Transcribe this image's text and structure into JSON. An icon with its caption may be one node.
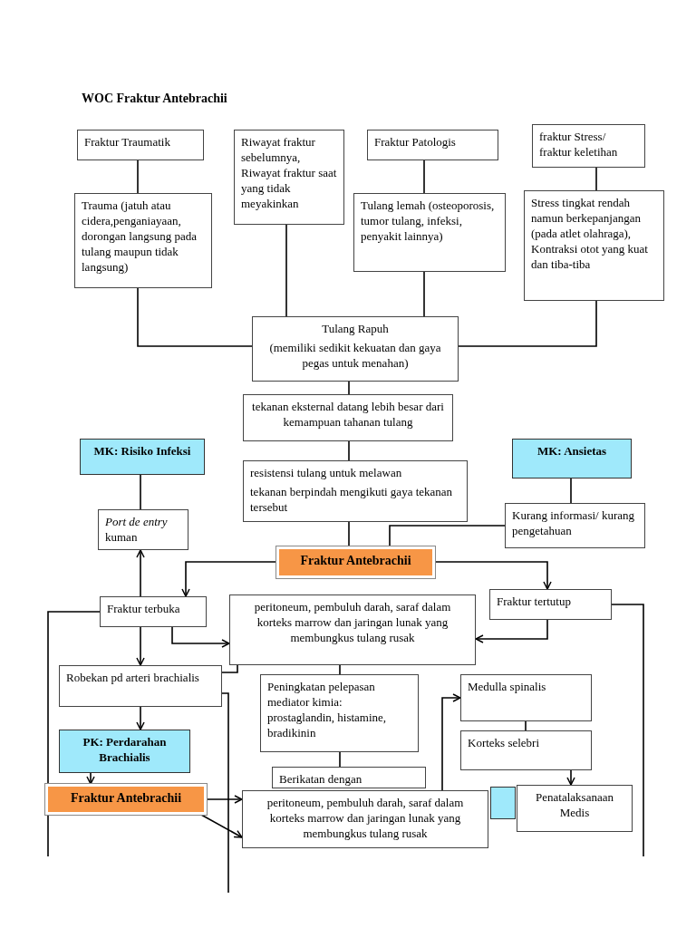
{
  "diagram": {
    "title": "WOC Fraktur Antebrachii",
    "nodes": [
      {
        "text": [
          "Fraktur Traumatik"
        ]
      },
      {
        "text": [
          "Riwayat fraktur sebelumnya, Riwayat fraktur saat yang tidak meyakinkan"
        ]
      },
      {
        "text": [
          "Fraktur Patologis"
        ]
      },
      {
        "text": [
          "fraktur Stress/ fraktur keletihan"
        ]
      },
      {
        "text": [
          "Trauma (jatuh atau cidera,penganiayaan, dorongan langsung pada tulang maupun tidak langsung)"
        ]
      },
      {
        "text": [
          "Tulang lemah (osteoporosis, tumor tulang, infeksi, penyakit lainnya)"
        ]
      },
      {
        "text": [
          "Stress tingkat rendah namun berkepanjangan (pada atlet olahraga), Kontraksi otot yang kuat dan tiba-tiba"
        ]
      },
      {
        "text": [
          "Tulang Rapuh",
          "(memiliki sedikit kekuatan dan gaya pegas untuk menahan)"
        ]
      },
      {
        "text": [
          "tekanan eksternal datang lebih besar dari kemampuan tahanan tulang"
        ]
      },
      {
        "text": [
          "MK: Risiko Infeksi"
        ]
      },
      {
        "text": [
          "resistensi tulang untuk melawan",
          "tekanan berpindah mengikuti gaya tekanan tersebut"
        ]
      },
      {
        "text": [
          "MK: Ansietas"
        ]
      },
      {
        "text": [
          "*Port de entry* kuman"
        ]
      },
      {
        "text": [
          "Kurang informasi/ kurang pengetahuan"
        ]
      },
      {
        "text": [
          "Fraktur Antebrachii"
        ]
      },
      {
        "text": [
          "Fraktur terbuka"
        ]
      },
      {
        "text": [
          "peritoneum, pembuluh darah, saraf dalam korteks marrow dan jaringan lunak yang membungkus tulang rusak"
        ]
      },
      {
        "text": [
          "Fraktur tertutup"
        ]
      },
      {
        "text": [
          "Robekan pd arteri brachialis"
        ]
      },
      {
        "text": [
          "Peningkatan pelepasan mediator kimia: prostaglandin, histamine, bradikinin"
        ]
      },
      {
        "text": [
          "Medulla spinalis"
        ]
      },
      {
        "text": [
          "PK: Perdarahan Brachialis"
        ]
      },
      {
        "text": [
          "Korteks selebri"
        ]
      },
      {
        "text": [
          "Berikatan dengan"
        ]
      },
      {
        "text": [
          "Fraktur Antebrachii"
        ]
      },
      {
        "text": [
          "peritoneum, pembuluh darah, saraf dalam korteks marrow dan jaringan lunak yang membungkus tulang rusak"
        ]
      },
      {
        "text": [],
        "shape": "box"
      },
      {
        "text": [
          "Penatalaksanaan Medis"
        ]
      }
    ],
    "edges": [
      {
        "from": 0,
        "to": 4,
        "arrow": "none"
      },
      {
        "from": 4,
        "to": 7,
        "arrow": "none"
      },
      {
        "from": 1,
        "to": 7,
        "arrow": "none"
      },
      {
        "from": 2,
        "to": 5,
        "arrow": "none"
      },
      {
        "from": 5,
        "to": 7,
        "arrow": "none"
      },
      {
        "from": 3,
        "to": 6,
        "arrow": "none"
      },
      {
        "from": 6,
        "to": 7,
        "arrow": "none"
      },
      {
        "from": 7,
        "to": 8,
        "arrow": "none"
      },
      {
        "from": 8,
        "to": 10,
        "arrow": "none"
      },
      {
        "from": 10,
        "to": 14,
        "arrow": "none"
      },
      {
        "from": 9,
        "to": 12,
        "arrow": "none"
      },
      {
        "from": 11,
        "to": 13,
        "arrow": "none"
      },
      {
        "from": 13,
        "to": 14,
        "arrow": "none"
      },
      {
        "from": 14,
        "to": 15,
        "arrow": "to"
      },
      {
        "from": 14,
        "to": 17,
        "arrow": "to"
      },
      {
        "from": 15,
        "to": 12,
        "arrow": "to"
      },
      {
        "from": 15,
        "to": 16,
        "arrow": "to"
      },
      {
        "from": 17,
        "to": 16,
        "arrow": "to"
      },
      {
        "from": 15,
        "to": 18,
        "arrow": "to"
      },
      {
        "from": 18,
        "to": 21,
        "arrow": "to"
      },
      {
        "from": 16,
        "to": 18,
        "arrow": "none"
      },
      {
        "from": 16,
        "to": 19,
        "arrow": "none"
      },
      {
        "from": 19,
        "to": 23,
        "arrow": "none"
      },
      {
        "from": 21,
        "to": 24,
        "arrow": "to"
      },
      {
        "from": 24,
        "to": 25,
        "arrow": "to"
      },
      {
        "from": 24,
        "to": 25,
        "arrow": "to"
      },
      {
        "from": 15,
        "to": null,
        "arrow": "none"
      },
      {
        "from": 18,
        "to": null,
        "arrow": "none"
      },
      {
        "from": 17,
        "to": null,
        "arrow": "none"
      },
      {
        "from": 25,
        "to": 20,
        "arrow": "to"
      },
      {
        "from": 20,
        "to": 22,
        "arrow": "none"
      },
      {
        "from": 22,
        "to": 27,
        "arrow": "to"
      }
    ]
  }
}
